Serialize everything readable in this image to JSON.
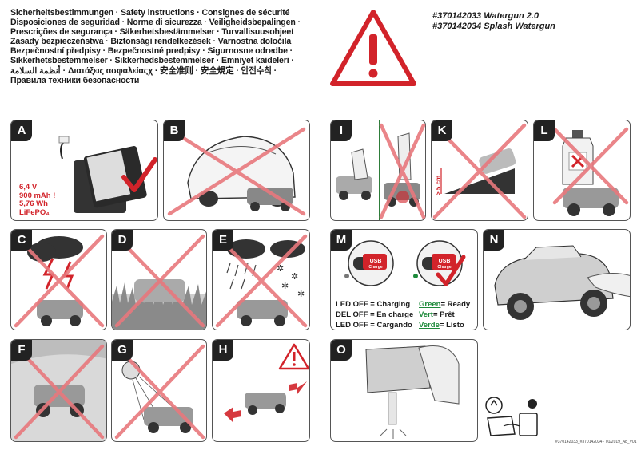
{
  "header": {
    "lines": [
      "Sicherheitsbestimmungen · Safety instructions · Consignes de sécurité",
      "Disposiciones de seguridad · Norme di sicurezza · Veiligheidsbepalingen ·",
      "Prescrições de segurança · Säkerhetsbestämmelser · Turvallisuusohjeet",
      "Zasady bezpieczeństwa · Biztonsági rendelkezések · Varnostna določila",
      "Bezpečnostní předpisy · Bezpečnostné predpisy · Sigurnosne odredbe ·",
      "Sikkerhetsbestemmelser · Sikkerhedsbestemmelser · Emniyet kaideleri ·",
      "أنظمة السلامة · Διατάξεις ασφαλείαςχ · 安全准则 · 安全規定 · 안전수칙 ·",
      "Правила техники безопасности"
    ]
  },
  "products": [
    "#370142033 Watergun 2.0",
    "#370142034 Splash Watergun"
  ],
  "panels": {
    "A": "A",
    "B": "B",
    "C": "C",
    "D": "D",
    "E": "E",
    "F": "F",
    "G": "G",
    "H": "H",
    "I": "I",
    "K": "K",
    "L": "L",
    "M": "M",
    "N": "N",
    "O": "O"
  },
  "battery": {
    "spec": [
      "6,4 V",
      "900 mAh !",
      "5,76 Wh",
      "LiFePO₄"
    ]
  },
  "panel_k": {
    "height_label": "> 5 cm"
  },
  "usb": {
    "label": "USB",
    "sub": "Charge"
  },
  "led": {
    "rows": [
      {
        "left": "LED OFF = Charging",
        "color": "Green",
        "right": "= Ready"
      },
      {
        "left": "DEL OFF = En charge",
        "color": "Vert",
        "right": "= Prêt"
      },
      {
        "left": "LED OFF = Cargando",
        "color": "Verde",
        "right": "= Listo"
      }
    ]
  },
  "footer": {
    "code": "#370142033_#370142034 · 01/2019_A8_V01"
  },
  "colors": {
    "red": "#d2232a",
    "cross": "#e8787d",
    "green": "#1d8a3a",
    "dark": "#222222"
  }
}
